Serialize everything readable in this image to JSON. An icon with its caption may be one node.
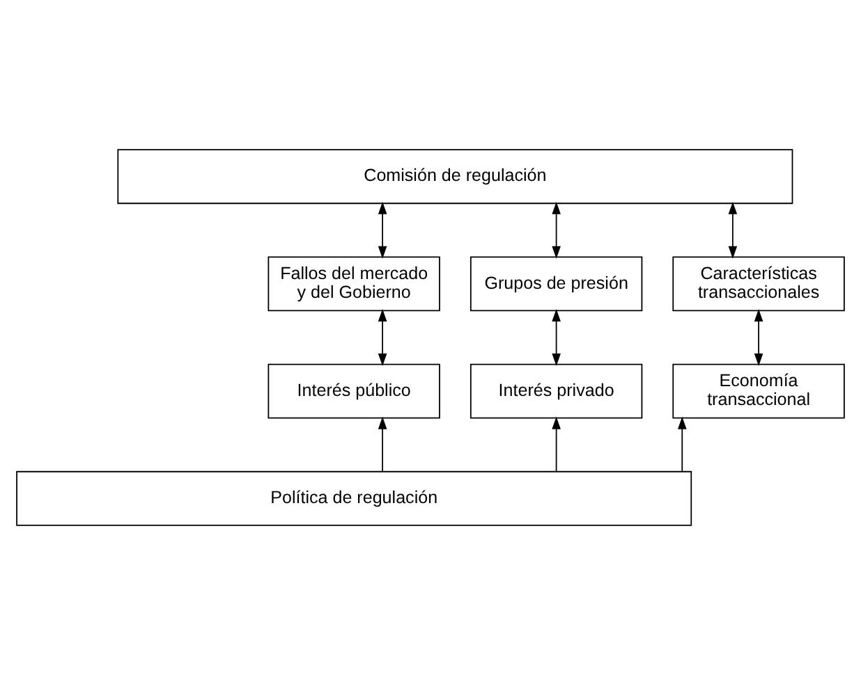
{
  "diagram": {
    "nodes": [
      {
        "text": [
          "Comisión de regulación"
        ]
      },
      {
        "text": [
          "Fallos del mercado y del Gobierno"
        ]
      },
      {
        "text": [
          "Grupos de presión"
        ]
      },
      {
        "text": [
          "Características transaccionales"
        ]
      },
      {
        "text": [
          "Interés público"
        ]
      },
      {
        "text": [
          "Interés privado"
        ]
      },
      {
        "text": [
          "Economía transaccional"
        ]
      },
      {
        "text": [
          "Política de regulación"
        ]
      }
    ],
    "edges": [
      {
        "from": 0,
        "to": 1,
        "arrow": "both"
      },
      {
        "from": 0,
        "to": 2,
        "arrow": "both"
      },
      {
        "from": 0,
        "to": 3,
        "arrow": "both"
      },
      {
        "from": 1,
        "to": 4,
        "arrow": "both"
      },
      {
        "from": 2,
        "to": 5,
        "arrow": "both"
      },
      {
        "from": 3,
        "to": 6,
        "arrow": "both"
      },
      {
        "from": 7,
        "to": 4,
        "arrow": "to"
      },
      {
        "from": 7,
        "to": 5,
        "arrow": "to"
      },
      {
        "from": 7,
        "to": 6,
        "arrow": "to"
      }
    ]
  }
}
